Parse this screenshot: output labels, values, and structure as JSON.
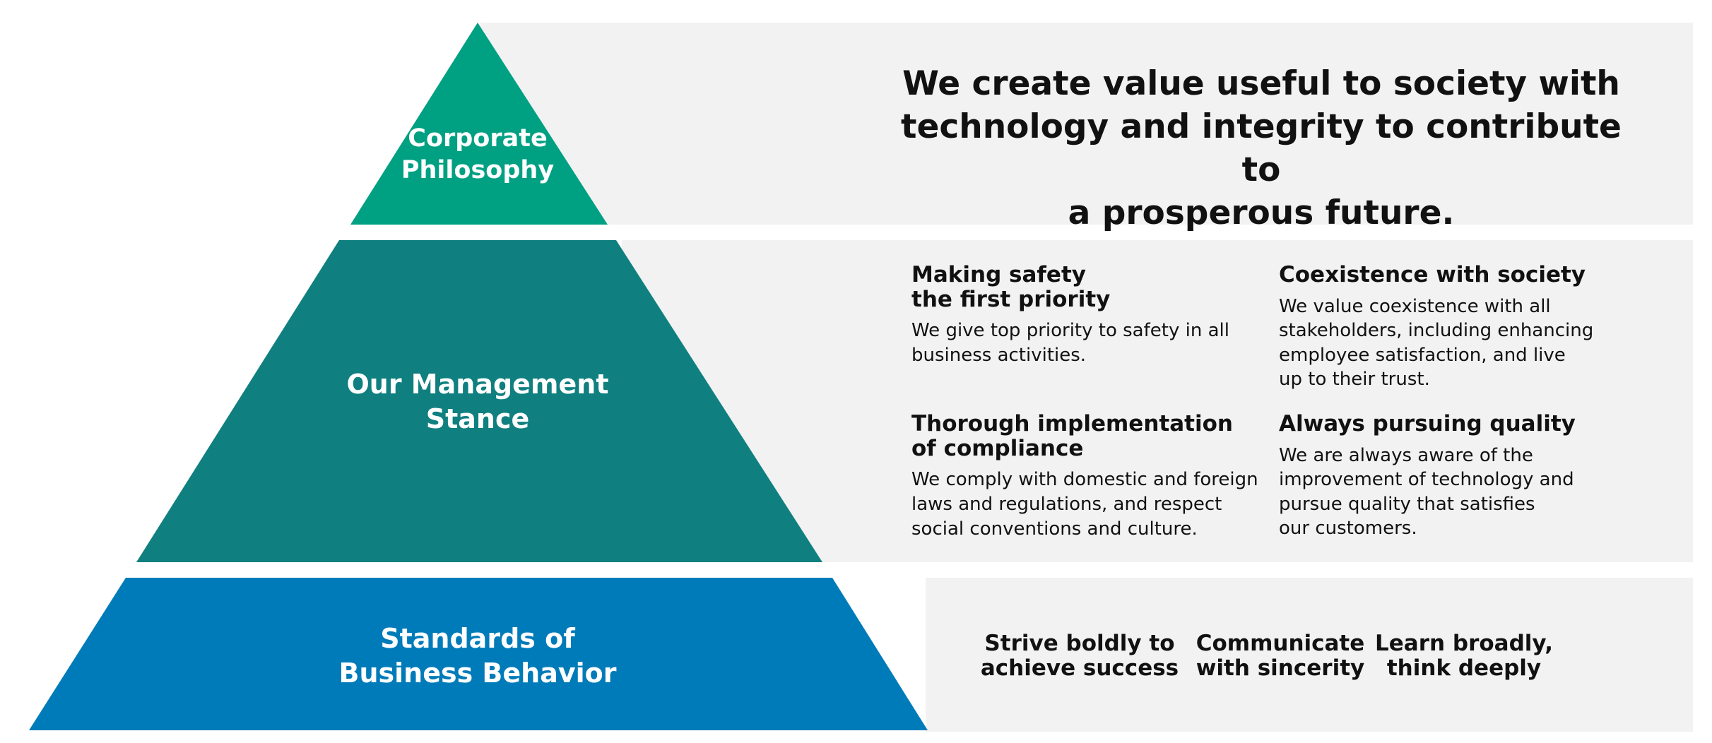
{
  "colors": {
    "tier_top": "#00a083",
    "tier_middle": "#107f7f",
    "tier_bottom": "#007bb9",
    "band_background": "#f2f2f2",
    "tier_label_text": "#ffffff",
    "body_text": "#111111"
  },
  "tiers": {
    "top": {
      "label_line1": "Corporate",
      "label_line2": "Philosophy"
    },
    "middle": {
      "label_line1": "Our Management",
      "label_line2": "Stance"
    },
    "bottom": {
      "label_line1": "Standards of",
      "label_line2": "Business Behavior"
    }
  },
  "philosophy": {
    "line1": "We create value useful to society with",
    "line2": "technology and integrity to contribute to",
    "line3": "a prosperous future."
  },
  "stance_items": [
    {
      "heading_line1": "Making safety",
      "heading_line2": "the first priority",
      "body_line1": "We give top priority to safety in all",
      "body_line2": "business activities."
    },
    {
      "heading_line1": "Coexistence with society",
      "body_line1": "We value coexistence with all",
      "body_line2": "stakeholders, including enhancing",
      "body_line3": "employee satisfaction, and live",
      "body_line4": "up to their trust."
    },
    {
      "heading_line1": "Thorough implementation",
      "heading_line2": "of compliance",
      "body_line1": "We comply with domestic and foreign",
      "body_line2": "laws and regulations, and respect",
      "body_line3": "social conventions and culture."
    },
    {
      "heading_line1": "Always pursuing quality",
      "body_line1": "We are always aware of the",
      "body_line2": "improvement of technology and",
      "body_line3": "pursue quality that satisfies",
      "body_line4": "our customers."
    }
  ],
  "behaviors": [
    {
      "line1": "Strive boldly to",
      "line2": "achieve success"
    },
    {
      "line1": "Communicate",
      "line2": "with sincerity"
    },
    {
      "line1": "Learn broadly,",
      "line2": "think deeply"
    }
  ]
}
